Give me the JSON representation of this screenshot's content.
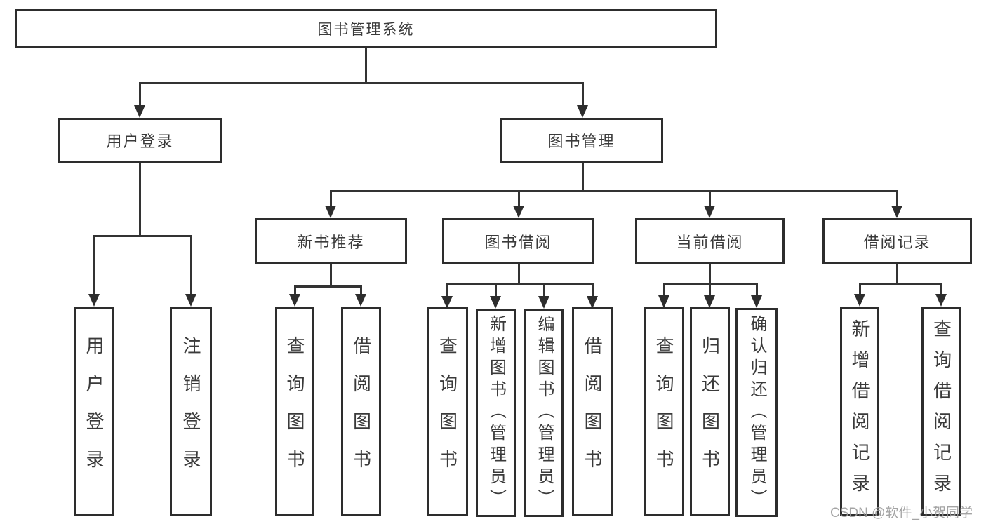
{
  "tree": {
    "root": "图书管理系统",
    "branches": [
      {
        "label": "用户登录",
        "leaves": [
          "用户登录",
          "注销登录"
        ]
      },
      {
        "label": "图书管理",
        "groups": [
          {
            "label": "新书推荐",
            "leaves": [
              "查询图书",
              "借阅图书"
            ]
          },
          {
            "label": "图书借阅",
            "leaves": [
              "查询图书",
              "新增图书（管理员）",
              "编辑图书（管理员）",
              "借阅图书"
            ]
          },
          {
            "label": "当前借阅",
            "leaves": [
              "查询图书",
              "归还图书",
              "确认归还（管理员）"
            ]
          },
          {
            "label": "借阅记录",
            "leaves": [
              "新增借阅记录",
              "查询借阅记录"
            ]
          }
        ]
      }
    ]
  },
  "watermark": {
    "text": "CSDN @软件_小贺同学"
  },
  "colors": {
    "background": "#ffffff",
    "box_border": "#2d2d2d",
    "line": "#333333",
    "text": "#3a3a3a",
    "watermark": "#9b9b9b"
  }
}
